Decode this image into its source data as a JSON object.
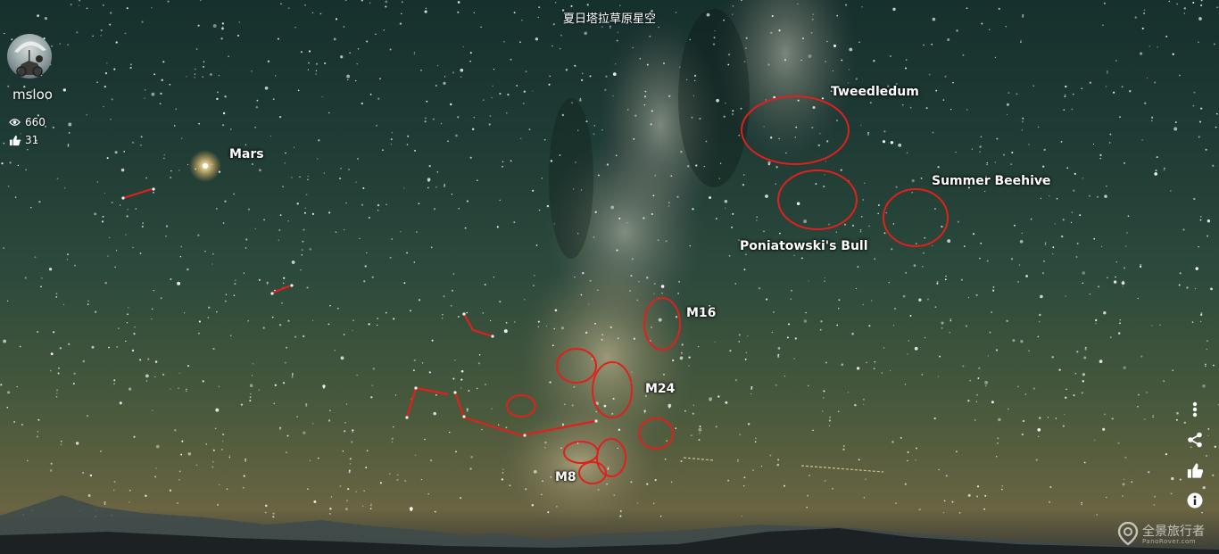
{
  "pano": {
    "title": "夏日塔拉草原星空"
  },
  "author": {
    "name": "msloo"
  },
  "stats": {
    "views": "660",
    "likes": "31"
  },
  "labels": {
    "mars": "Mars",
    "tweedledum": "Tweedledum",
    "summer_beehive": "Summer Beehive",
    "poniatowski": "Poniatowski's Bull",
    "m16": "M16",
    "m24": "M24",
    "m8": "M8"
  },
  "brand": {
    "name": "全景旅行者",
    "domain": "PanoRover.com"
  },
  "colors": {
    "annotation": "#e0201c",
    "text": "#ffffff"
  },
  "icons": {
    "views": "eye-icon",
    "likes": "thumbs-up-icon",
    "menu": "more-vertical-icon",
    "share": "share-icon",
    "like": "thumbs-up-icon",
    "info": "info-icon",
    "brand": "location-pin-icon"
  }
}
